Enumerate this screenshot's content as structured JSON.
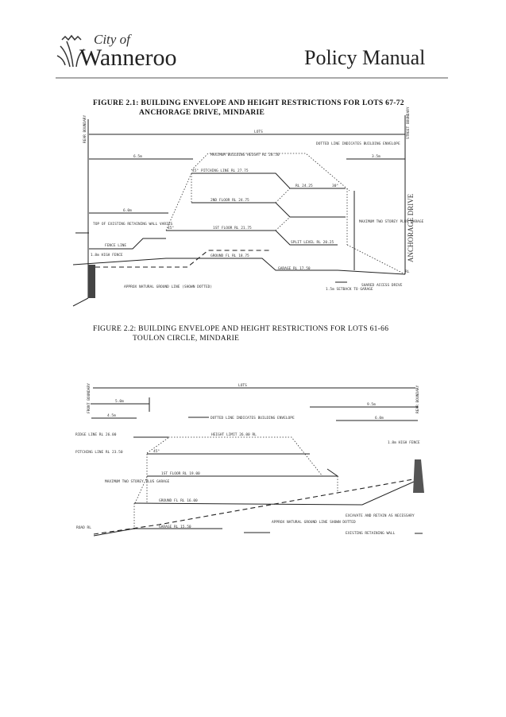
{
  "header": {
    "logo_city": "City of",
    "logo_name": "Wanneroo",
    "title": "Policy Manual"
  },
  "figure1": {
    "caption_line1": "FIGURE 2.1: BUILDING ENVELOPE AND HEIGHT RESTRICTIONS FOR LOTS 67-72",
    "caption_line2": "ANCHORAGE DRIVE, MINDARIE",
    "labels": {
      "rear_boundary": "REAR BOUNDARY",
      "street_boundary": "STREET BOUNDARY",
      "lot_depth": "LOTS",
      "setback_rear": "6.5m",
      "setback_rear2": "6.0m",
      "setback_front": "3.5m",
      "dotted_note": "DOTTED LINE INDICATES BUILDING ENVELOPE",
      "max_height": "MAXIMUM BUILDING HEIGHT RL 28.50",
      "pitching": "PITCHING LINE RL 27.75",
      "rl_2425": "RL 24.25",
      "second_floor": "2ND FLOOR RL 24.75",
      "first_floor": "1ST FLOOR RL 21.75",
      "split_level": "SPLIT LEVEL RL 20.25",
      "ground": "GROUND FL RL 18.75",
      "garage": "GARAGE RL 17.50",
      "retaining": "TOP OF EXISTING RETAINING WALL VARIES",
      "fence_line": "FENCE LINE",
      "fence": "1.8m HIGH FENCE",
      "natural": "APPROX NATURAL GROUND LINE (SHOWN DOTTED)",
      "max_storey": "MAXIMUM TWO STOREY PLUS GARAGE",
      "garage_setback": "1.5m SETBACK TO GARAGE",
      "shared": "SHARED ACCESS DRIVE",
      "road": "ANCHORAGE DRIVE",
      "angle1": "45°",
      "angle2": "30°",
      "angle3": "45°",
      "rl": "RL"
    }
  },
  "figure2": {
    "caption_line1": "FIGURE 2.2: BUILDING ENVELOPE AND HEIGHT RESTRICTIONS FOR LOTS 61-66",
    "caption_line2": "TOULON CIRCLE, MINDARIE",
    "labels": {
      "front_boundary": "FRONT BOUNDARY",
      "rear_boundary": "REAR BOUNDARY",
      "lot_depth": "LOTS",
      "front1": "5.0m",
      "front2": "4.5m",
      "rear1": "9.5m",
      "rear2": "6.0m",
      "dotted_note": "DOTTED LINE INDICATES BUILDING ENVELOPE",
      "ridge": "RIDGE LINE RL 26.00",
      "height_limit": "HEIGHT LIMIT 26.00 RL",
      "pitching": "PITCHING LINE RL 23.50",
      "first_floor": "1ST FLOOR RL 19.00",
      "max_storey": "MAXIMUM TWO STOREY PLUS GARAGE",
      "ground": "GROUND FL RL 16.00",
      "garage": "GARAGE RL 15.50",
      "road": "ROAD RL",
      "natural": "APPROX NATURAL GROUND LINE SHOWN DOTTED",
      "excavate": "EXCAVATE AND RETAIN AS NECESSARY",
      "existing_wall": "EXISTING RETAINING WALL",
      "fence": "1.8m HIGH FENCE",
      "angle": "45°"
    }
  }
}
